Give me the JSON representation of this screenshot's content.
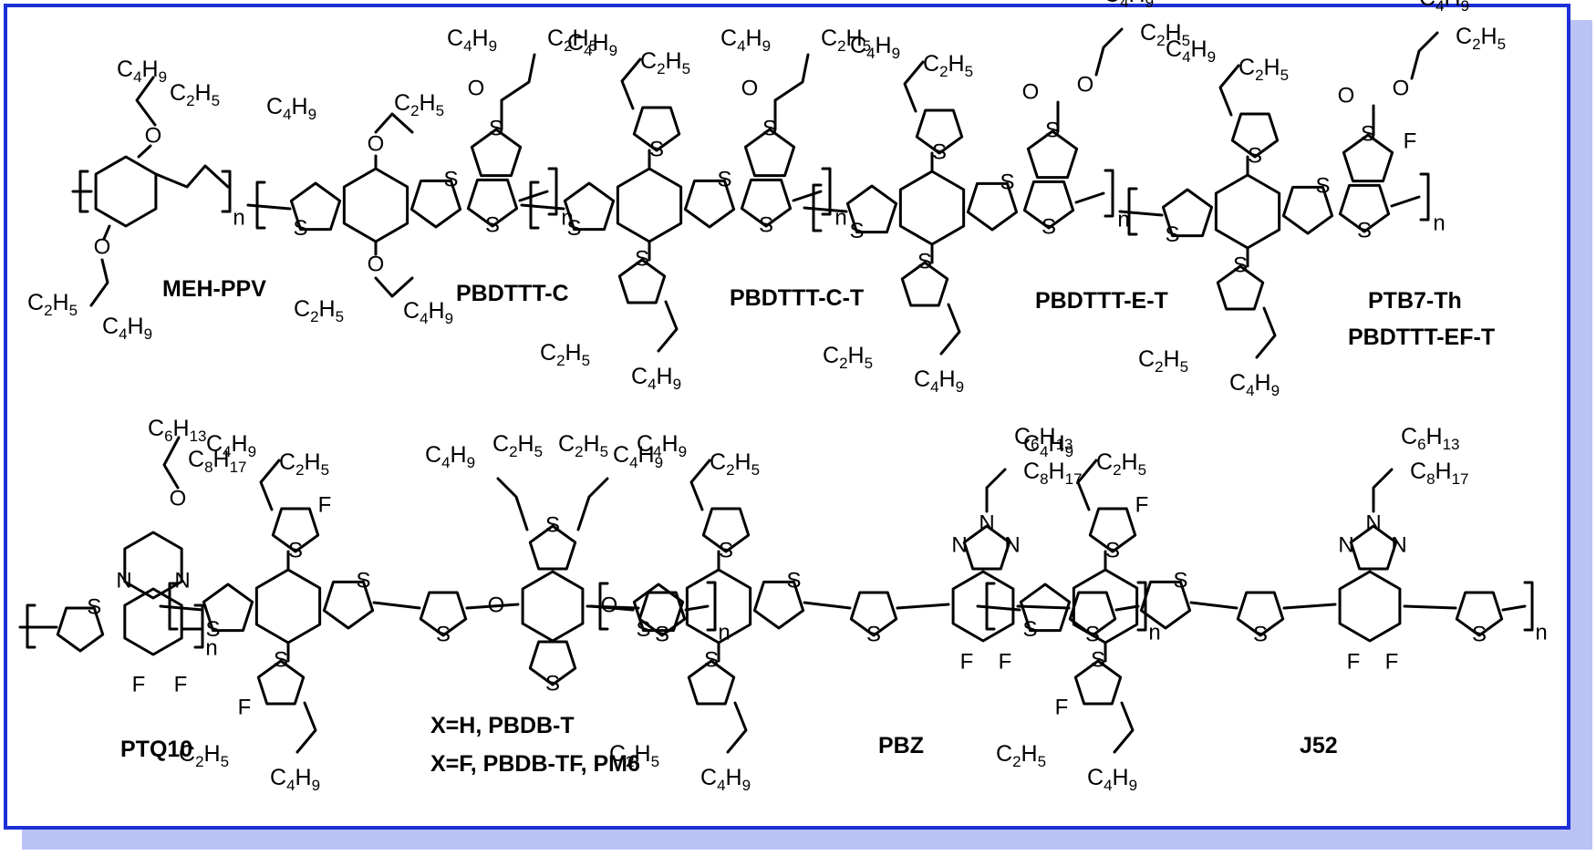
{
  "colors": {
    "frame": "#1d2fd6",
    "shadow": "#b9c3f5",
    "ink": "#000000"
  },
  "polymers": {
    "meh_ppv": "MEH-PPV",
    "pbdttt_c": "PBDTTT-C",
    "pbdttt_c_t": "PBDTTT-C-T",
    "pbdttt_e_t": "PBDTTT-E-T",
    "ptb7_th": "PTB7-Th",
    "pbdttt_ef_t": "PBDTTT-EF-T",
    "ptq10": "PTQ10",
    "pbdb_t": "X=H, PBDB-T",
    "pbdb_tf": "X=F,  PBDB-TF,  PM6",
    "pbz": "PBZ",
    "j52": "J52"
  },
  "atoms": {
    "sulfur": "S",
    "oxygen": "O",
    "nitrogen": "N",
    "fluorine": "F",
    "repeat": "n"
  },
  "substituents": {
    "c4h9": [
      "C",
      "4",
      "H",
      "9"
    ],
    "c2h5": [
      "C",
      "2",
      "H",
      "5"
    ],
    "c6h13": [
      "C",
      "6",
      "H",
      "13"
    ],
    "c8h17": [
      "C",
      "8",
      "H",
      "17"
    ]
  }
}
